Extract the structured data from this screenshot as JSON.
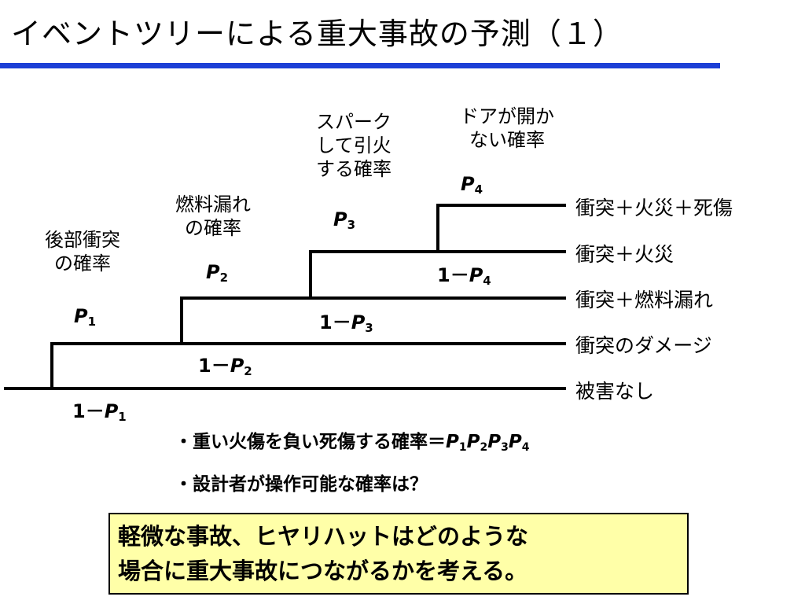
{
  "title": "イベントツリーによる重大事故の予測（１）",
  "accent_color": "#1c3fd6",
  "headers": {
    "h1": [
      "後部衝突",
      "の確率"
    ],
    "h2": [
      "燃料漏れ",
      "の確率"
    ],
    "h3": [
      "スパーク",
      "して引火",
      "する確率"
    ],
    "h4": [
      "ドアが開か",
      "ない確率"
    ]
  },
  "probabilities": {
    "p": "P",
    "one_minus": "1－",
    "subs": [
      "1",
      "2",
      "3",
      "4"
    ]
  },
  "outcomes": [
    "衝突＋火災＋死傷",
    "衝突＋火災",
    "衝突＋燃料漏れ",
    "衝突のダメージ",
    "被害なし"
  ],
  "bullets": {
    "b1_text": "・重い火傷を負い死傷する確率＝",
    "b2_text": "・設計者が操作可能な確率は？"
  },
  "callout": {
    "line1": "軽微な事故、ヒヤリハットはどのような",
    "line2": "場合に重大事故につながるかを考える。",
    "background": "#ffffa8"
  }
}
